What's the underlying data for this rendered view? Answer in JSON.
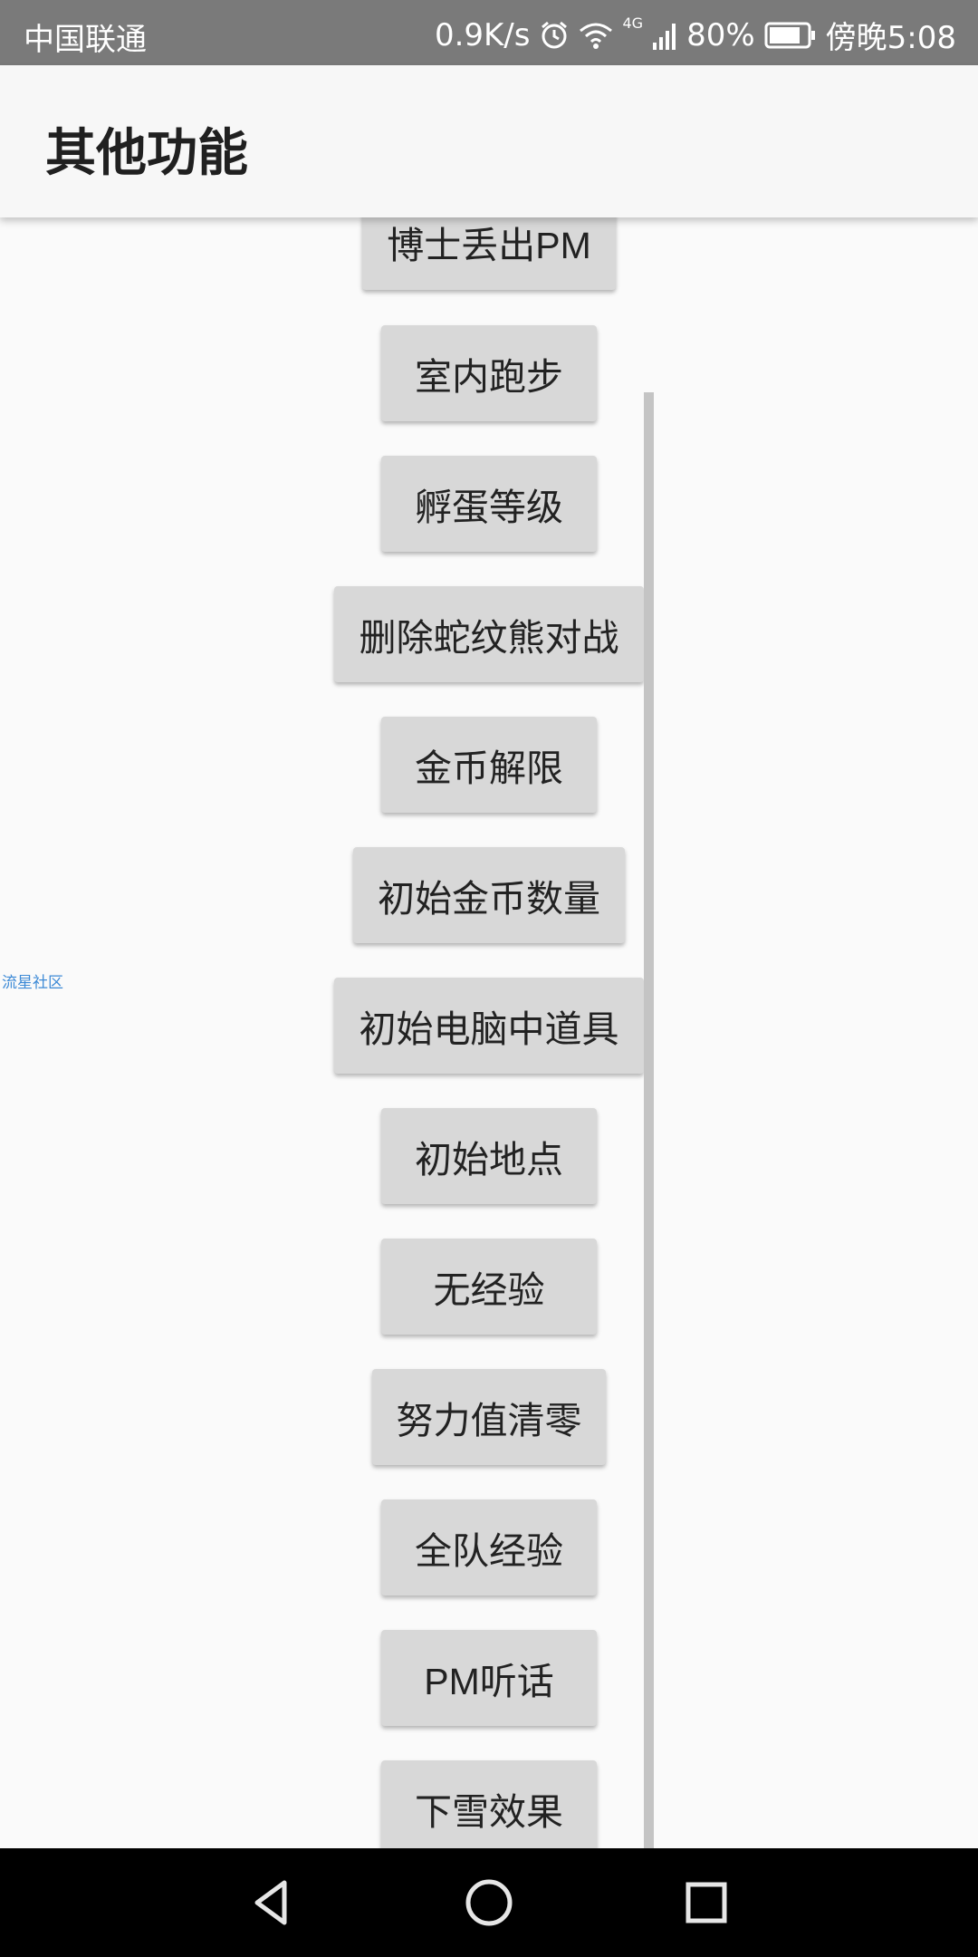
{
  "status_bar": {
    "carrier": "中国联通",
    "speed": "0.9K/s",
    "network_type": "4G",
    "battery_percent": "80%",
    "time": "傍晚5:08"
  },
  "app_bar": {
    "title": "其他功能"
  },
  "buttons": [
    "博士丢出PM",
    "室内跑步",
    "孵蛋等级",
    "删除蛇纹熊对战",
    "金币解限",
    "初始金币数量",
    "初始电脑中道具",
    "初始地点",
    "无经验",
    "努力值清零",
    "全队经验",
    "PM听话",
    "下雪效果"
  ],
  "side_link": "流星社区",
  "colors": {
    "status_bar": "#7a7a7a",
    "app_bar": "#f7f7f7",
    "button": "#d8d8d8",
    "link": "#3d8ad6",
    "nav_bar": "#000000"
  },
  "icons": {
    "alarm": "alarm-icon",
    "wifi": "wifi-icon",
    "signal": "signal-icon",
    "battery": "battery-icon",
    "back": "back-icon",
    "home": "home-icon",
    "recents": "recents-icon"
  }
}
